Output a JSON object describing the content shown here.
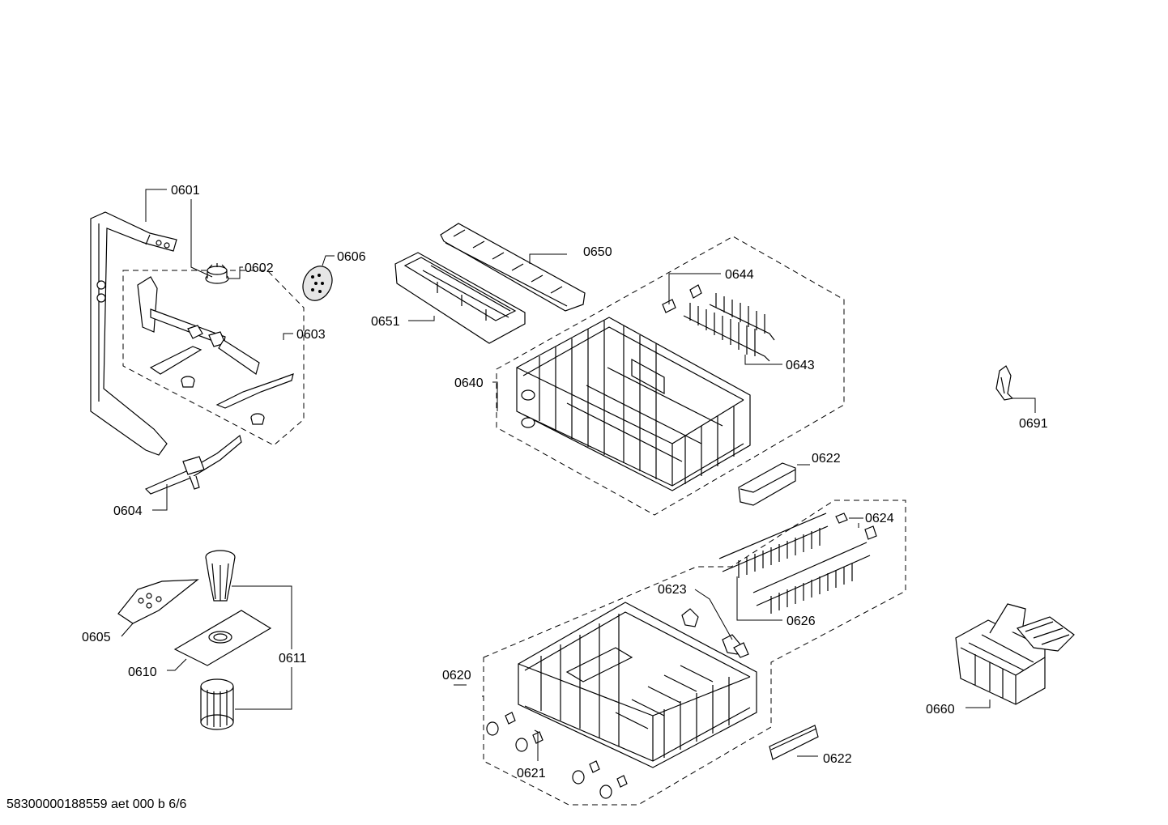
{
  "labels": {
    "p0601": "0601",
    "p0602": "0602",
    "p0603": "0603",
    "p0604": "0604",
    "p0605": "0605",
    "p0606": "0606",
    "p0610": "0610",
    "p0611": "0611",
    "p0620": "0620",
    "p0621": "0621",
    "p0622a": "0622",
    "p0622b": "0622",
    "p0623": "0623",
    "p0624": "0624",
    "p0626": "0626",
    "p0640": "0640",
    "p0643": "0643",
    "p0644": "0644",
    "p0650": "0650",
    "p0651": "0651",
    "p0660": "0660",
    "p0691": "0691"
  },
  "footer": {
    "code": "58300000188559 aet 000 b 6/6"
  }
}
